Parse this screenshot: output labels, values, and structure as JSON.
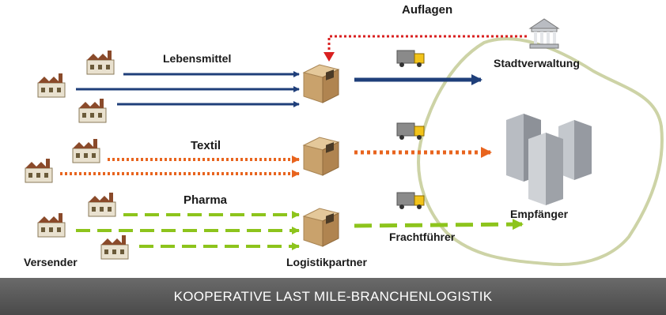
{
  "labels": {
    "auflagen": "Auflagen",
    "stadtverwaltung": "Stadtverwaltung",
    "lebensmittel": "Lebensmittel",
    "textil": "Textil",
    "pharma": "Pharma",
    "empfaenger": "Empfänger",
    "frachtfuehrer": "Frachtführer",
    "versender": "Versender",
    "logistikpartner": "Logistikpartner"
  },
  "footer": {
    "title": "KOOPERATIVE LAST MILE-BRANCHENLOGISTIK"
  },
  "colors": {
    "lebensmittel": "#1f3f7a",
    "textil": "#e8641e",
    "pharma": "#8dc41c",
    "auflagen": "#d92020",
    "city_outline": "#cdd3a6",
    "footer": "#555555"
  },
  "icons": {
    "shipper": "factory-icon",
    "hub": "parcel-box-icon",
    "carrier": "delivery-truck-icon",
    "authority": "city-hall-icon",
    "receiver": "office-buildings-icon"
  }
}
